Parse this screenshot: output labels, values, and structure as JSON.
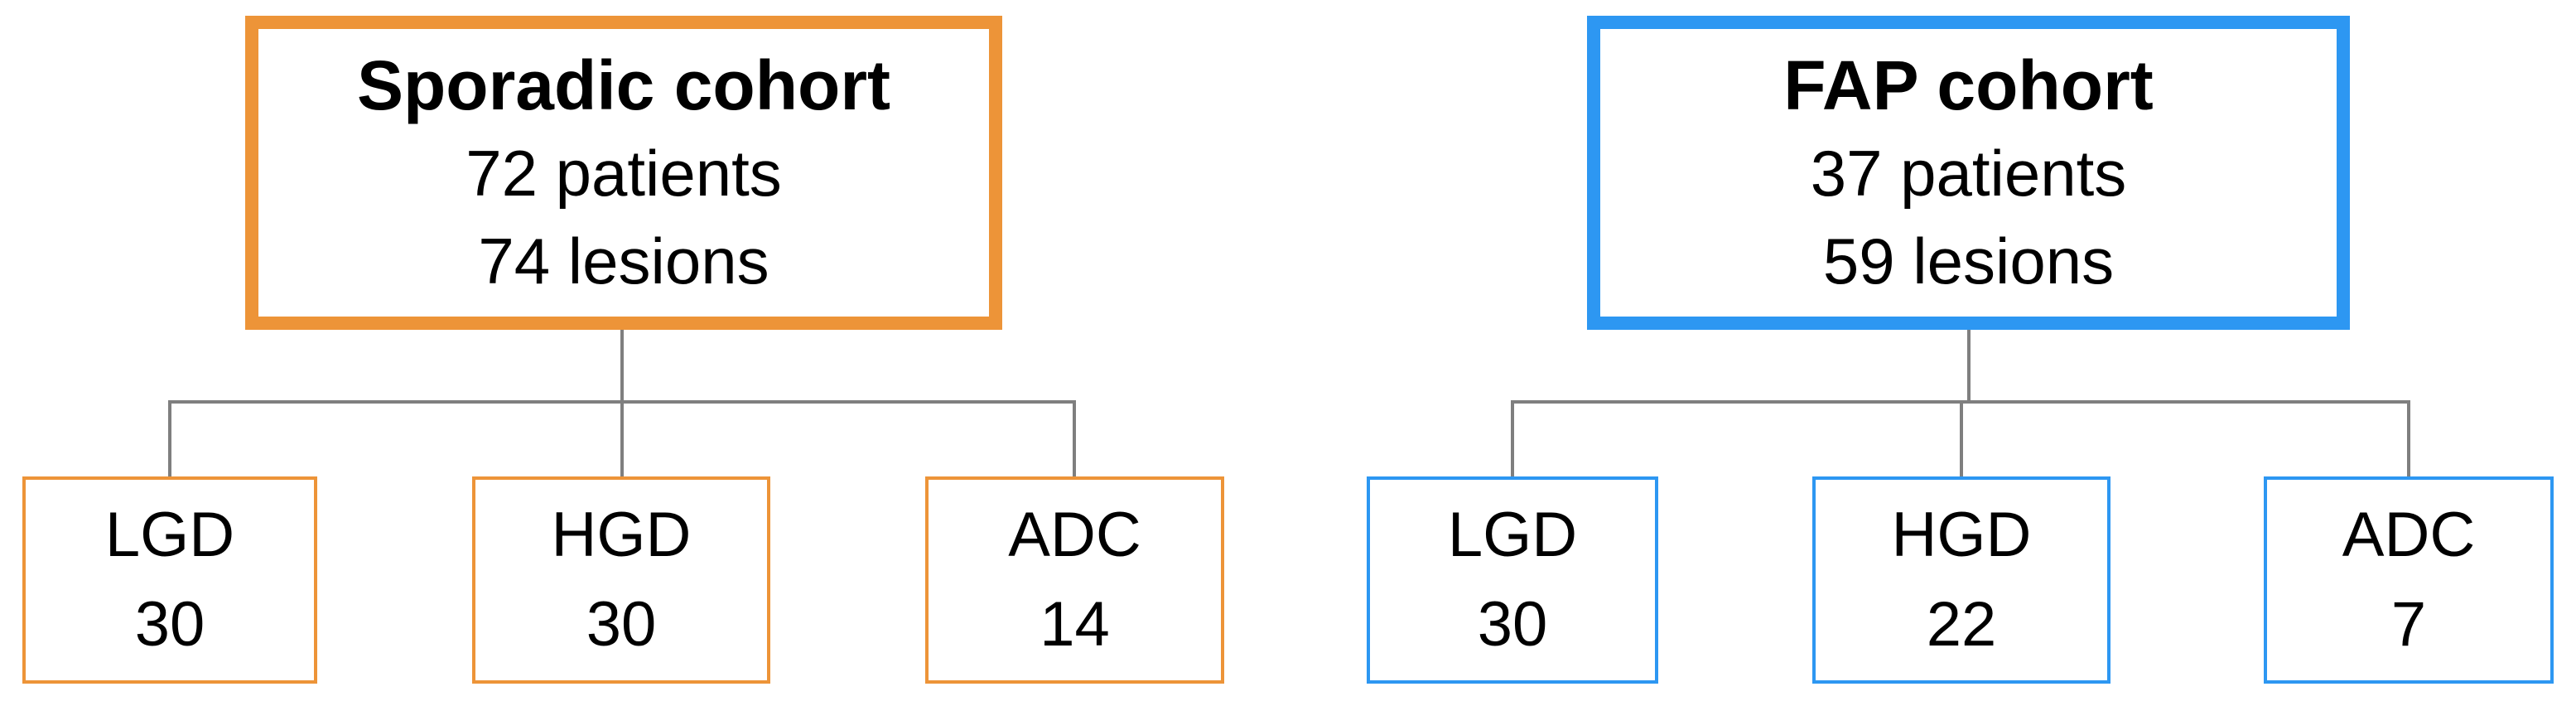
{
  "diagram": {
    "type": "flowchart",
    "connector_color": "#7F7F7F",
    "cohorts": [
      {
        "id": "sporadic",
        "accent_color": "#ED9438",
        "title": "Sporadic cohort",
        "patients_line": "72 patients",
        "lesions_line": "74 lesions",
        "patients_count": 72,
        "lesions_count": 74,
        "children": [
          {
            "label": "LGD",
            "count": "30",
            "count_value": 30
          },
          {
            "label": "HGD",
            "count": "30",
            "count_value": 30
          },
          {
            "label": "ADC",
            "count": "14",
            "count_value": 14
          }
        ]
      },
      {
        "id": "fap",
        "accent_color": "#2D97F2",
        "title": "FAP cohort",
        "patients_line": "37 patients",
        "lesions_line": "59 lesions",
        "patients_count": 37,
        "lesions_count": 59,
        "children": [
          {
            "label": "LGD",
            "count": "30",
            "count_value": 30
          },
          {
            "label": "HGD",
            "count": "22",
            "count_value": 22
          },
          {
            "label": "ADC",
            "count": "7",
            "count_value": 7
          }
        ]
      }
    ]
  }
}
